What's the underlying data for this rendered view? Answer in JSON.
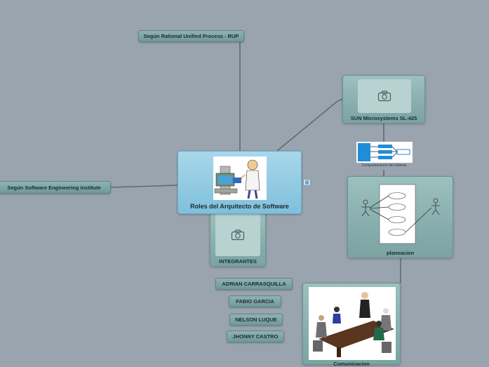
{
  "central_topic": {
    "title": "Roles del Arquitecto de Software"
  },
  "topics": {
    "rup": "Según Rational Unified Process - RUP",
    "sei": "Según Software Engineering Institute",
    "sun": "SUN Microsystems SL-425",
    "integrantes": "INTEGRANTES",
    "planeacion": "planeacion",
    "comunicacion": "Comunicacion"
  },
  "image_captions": {
    "comportamiento": "Comportamiento del sistema"
  },
  "integrantes": [
    "ADRIAN CARRASQUILLA",
    "FABIO GARCIA",
    "NELSON LUQUE",
    "JHONNY CASTRO"
  ],
  "colors": {
    "background": "#9aa4ae",
    "central": "#8ccae2",
    "topic": "#7ea7a6",
    "connector": "#5d6a74"
  },
  "icons": {
    "camera": "camera-icon",
    "notes": "notes-icon"
  }
}
